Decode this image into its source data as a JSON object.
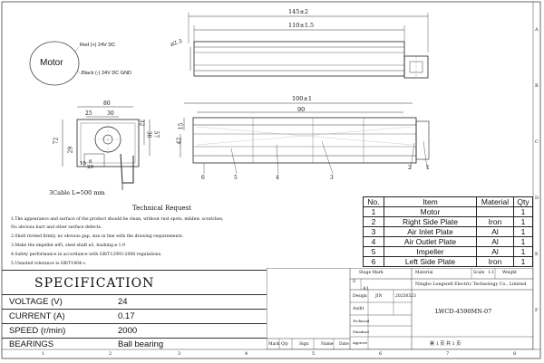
{
  "motor": {
    "label": "Motor",
    "wire_red": "Red (+) 24V DC",
    "wire_black": "Black (-) 24V DC GND"
  },
  "dims": {
    "overall": "145±2",
    "body": "110±1.5",
    "hole": "ø2.3",
    "inner_total": "100±1",
    "inner": "90",
    "side_w": "80",
    "side_a": "25",
    "side_b": "30",
    "r32": "32",
    "r30": "30",
    "r57": "57",
    "h72": "72",
    "h29": "29",
    "h15": "15",
    "h42": "42",
    "h15b": "15",
    "cable": "3Cable L=500 mm",
    "d15": "15",
    "d20": "20",
    "d6": "6"
  },
  "callouts": [
    "6",
    "5",
    "4",
    "3",
    "2",
    "1"
  ],
  "request": {
    "title": "Technical Request",
    "lines": [
      "1.The appearance and surface of the product should be clean, without rust spots, mildew, scratches,",
      "  No abvious burr and other surface defects.",
      "2.Shell riveted firmly, no obvious gap, size in line with the drawing requirements.",
      "3.Make the impeller ø45, steel shaft ø3, bushing ø 1.9",
      "4.Safety performance in accordance with GB/T12993-2008 regulations.",
      "5.Unnoted tolerance is GB/T1804-c."
    ]
  },
  "bom": {
    "headers": [
      "No.",
      "Item",
      "Material",
      "Qty"
    ],
    "rows": [
      [
        "1",
        "Motor",
        "",
        "1"
      ],
      [
        "2",
        "Right Side Plate",
        "Iron",
        "1"
      ],
      [
        "3",
        "Air Inlet Plate",
        "Al",
        "1"
      ],
      [
        "4",
        "Air Outlet Plate",
        "Al",
        "1"
      ],
      [
        "5",
        "Impeller",
        "Al",
        "1"
      ],
      [
        "6",
        "Left Side Plate",
        "Iron",
        "1"
      ]
    ]
  },
  "spec": {
    "title": "SPECIFICATION",
    "rows": [
      {
        "label": "VOLTAGE  (V)",
        "value": "24"
      },
      {
        "label": "CURRENT   (A)",
        "value": "0.17"
      },
      {
        "label": "SPEED    (r/min)",
        "value": "2000"
      },
      {
        "label": "BEARINGS",
        "value": "Ball bearing"
      }
    ]
  },
  "titleblock": {
    "stage_mark": "Stage Mark",
    "s": "S",
    "a1": "A1",
    "material": "Material",
    "scale_label": "Scale",
    "scale": "1:1",
    "weight": "Weight",
    "company": "Ningbo Longwell Electric Technology Co., Limited",
    "design": "Design",
    "designer": "JIN",
    "date": "20250523",
    "audit": "Audit",
    "technical": "Technical",
    "standard": "Standard",
    "approve": "Approve",
    "part_no": "LWCD-4590MN-07",
    "sheet": "第 1 页  共 1 页",
    "rev_headers": [
      "Mark",
      "Qty",
      "Sign",
      "Name",
      "Date"
    ]
  },
  "grid": {
    "bottom": [
      "1",
      "2",
      "3",
      "4",
      "5",
      "6",
      "7",
      "8"
    ],
    "right": [
      "A",
      "B",
      "C",
      "D",
      "E",
      "F"
    ]
  }
}
